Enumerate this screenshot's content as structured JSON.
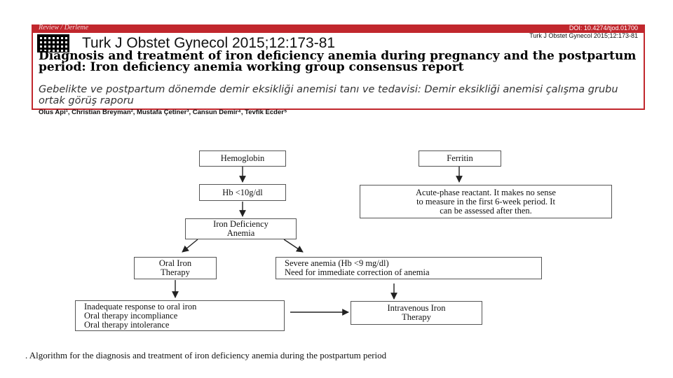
{
  "journal": {
    "section": "Review / Derleme",
    "doi": "DOI: 10.4274/tjod.01700",
    "name": "Turk J Obstet Gynecol 2015;12:173-81",
    "name_small": "Turk J Obstet Gynecol 2015;12:173-81",
    "title_en": "Diagnosis and treatment of iron deficiency anemia during pregnancy and the postpartum period: Iron deficiency anemia working group consensus report",
    "title_tr": "Gebelikte ve postpartum dönemde demir eksikliği anemisi tanı ve tedavisi: Demir eksikliği anemisi çalışma grubu ortak görüş raporu",
    "authors": "Olus Api¹, Christian Breyman², Mustafa Çetiner³, Cansun Demir⁴, Tevfik Ecder⁵"
  },
  "flowchart": {
    "hemoglobin": "Hemoglobin",
    "hb_threshold": "Hb <10g/dl",
    "ida": [
      "Iron Deficiency",
      "Anemia"
    ],
    "oral_iron": [
      "Oral Iron",
      "Therapy"
    ],
    "severe": [
      "Severe anemia (Hb <9 mg/dl)",
      "Need for immediate correction of anemia"
    ],
    "inadequate": [
      "Inadequate response to oral iron",
      "Oral therapy incompliance",
      "Oral therapy intolerance"
    ],
    "iv_iron": [
      "Intravenous Iron",
      "Therapy"
    ],
    "ferritin": "Ferritin",
    "ferritin_note": [
      "Acute-phase reactant. It makes no sense",
      "to measure in the first 6-week period. It",
      "can be assessed after then."
    ]
  },
  "caption": ". Algorithm for the diagnosis and treatment of iron deficiency anemia during the postpartum period"
}
